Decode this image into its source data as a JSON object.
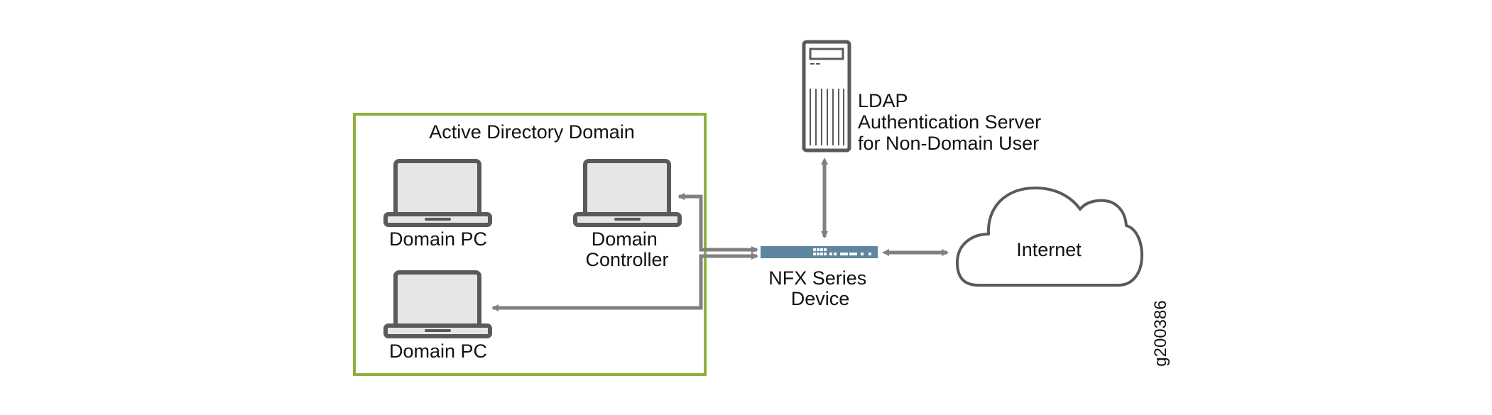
{
  "diagram": {
    "domain_box": {
      "title": "Active Directory Domain",
      "border_color": "#8fb03e"
    },
    "nodes": {
      "domain_pc_1": {
        "label": "Domain PC",
        "icon": "laptop-icon"
      },
      "domain_controller": {
        "label_lines": [
          "Domain",
          "Controller"
        ],
        "icon": "laptop-icon"
      },
      "domain_pc_2": {
        "label": "Domain PC",
        "icon": "laptop-icon"
      },
      "nfx_device": {
        "label_lines": [
          "NFX Series",
          "Device"
        ],
        "icon": "network-appliance-icon",
        "color": "#5e86a0"
      },
      "ldap_server": {
        "label_lines": [
          "LDAP",
          "Authentication Server",
          "for Non-Domain User"
        ],
        "icon": "server-tower-icon"
      },
      "internet": {
        "label": "Internet",
        "icon": "cloud-icon"
      }
    },
    "connections": [
      {
        "from": "nfx_device",
        "to": "domain_controller",
        "direction": "bidirectional"
      },
      {
        "from": "nfx_device",
        "to": "domain_pc_2",
        "direction": "bidirectional"
      },
      {
        "from": "nfx_device",
        "to": "ldap_server",
        "direction": "bidirectional"
      },
      {
        "from": "nfx_device",
        "to": "internet",
        "direction": "bidirectional"
      }
    ],
    "colors": {
      "icon_stroke": "#5a5a5c",
      "icon_fill": "#e6e6e6",
      "connector": "#808083"
    },
    "figure_id": "g200386"
  }
}
